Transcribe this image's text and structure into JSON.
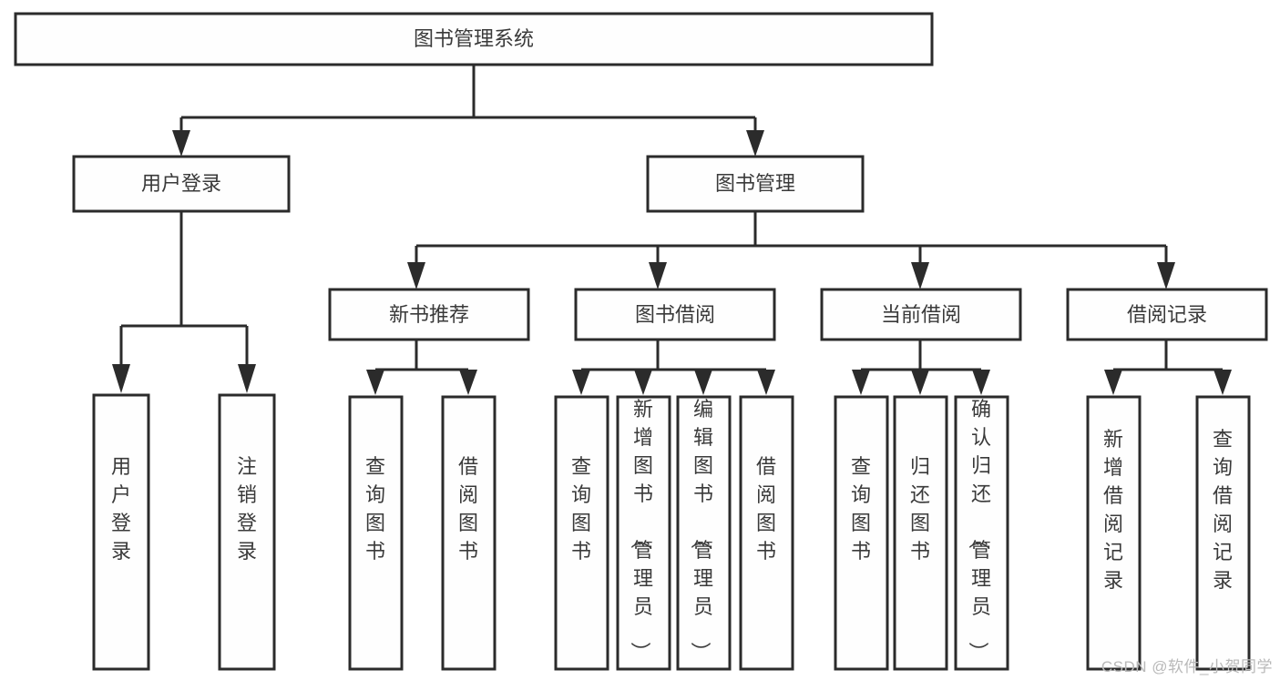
{
  "diagram": {
    "title": "图书管理系统",
    "type": "tree",
    "root": {
      "id": "root",
      "label": "图书管理系统",
      "orientation": "horizontal"
    },
    "level2": [
      {
        "id": "user-login",
        "label": "用户登录",
        "orientation": "horizontal"
      },
      {
        "id": "book-manage",
        "label": "图书管理",
        "orientation": "horizontal"
      }
    ],
    "level3": [
      {
        "id": "new-book-recommend",
        "label": "新书推荐",
        "orientation": "horizontal",
        "parent": "book-manage"
      },
      {
        "id": "book-borrow",
        "label": "图书借阅",
        "orientation": "horizontal",
        "parent": "book-manage"
      },
      {
        "id": "current-borrow",
        "label": "当前借阅",
        "orientation": "horizontal",
        "parent": "book-manage"
      },
      {
        "id": "borrow-record",
        "label": "借阅记录",
        "orientation": "horizontal",
        "parent": "book-manage"
      }
    ],
    "leaves": [
      {
        "id": "leaf-user-login",
        "label": "用户登录",
        "orientation": "vertical",
        "parent": "user-login"
      },
      {
        "id": "leaf-logout",
        "label": "注销登录",
        "orientation": "vertical",
        "parent": "user-login"
      },
      {
        "id": "leaf-query-book-1",
        "label": "查询图书",
        "orientation": "vertical",
        "parent": "new-book-recommend"
      },
      {
        "id": "leaf-borrow-book-1",
        "label": "借阅图书",
        "orientation": "vertical",
        "parent": "new-book-recommend"
      },
      {
        "id": "leaf-query-book-2",
        "label": "查询图书",
        "orientation": "vertical",
        "parent": "book-borrow"
      },
      {
        "id": "leaf-add-book",
        "label": "新增图书（管理员）",
        "orientation": "vertical",
        "parent": "book-borrow"
      },
      {
        "id": "leaf-edit-book",
        "label": "编辑图书（管理员）",
        "orientation": "vertical",
        "parent": "book-borrow"
      },
      {
        "id": "leaf-borrow-book-2",
        "label": "借阅图书",
        "orientation": "vertical",
        "parent": "book-borrow"
      },
      {
        "id": "leaf-query-book-3",
        "label": "查询图书",
        "orientation": "vertical",
        "parent": "current-borrow"
      },
      {
        "id": "leaf-return-book",
        "label": "归还图书",
        "orientation": "vertical",
        "parent": "current-borrow"
      },
      {
        "id": "leaf-confirm-return",
        "label": "确认归还（管理员）",
        "orientation": "vertical",
        "parent": "current-borrow"
      },
      {
        "id": "leaf-add-record",
        "label": "新增借阅记录",
        "orientation": "vertical",
        "parent": "borrow-record"
      },
      {
        "id": "leaf-query-record",
        "label": "查询借阅记录",
        "orientation": "vertical",
        "parent": "borrow-record"
      }
    ]
  },
  "colors": {
    "box_stroke": "#2b2b2b",
    "box_fill": "#fefefe",
    "text": "#3a3a3a",
    "connector": "#2b2b2b",
    "watermark": "#b9b9b9",
    "background": "#ffffff"
  },
  "watermark": {
    "text": "CSDN @软件_小贺同学"
  }
}
